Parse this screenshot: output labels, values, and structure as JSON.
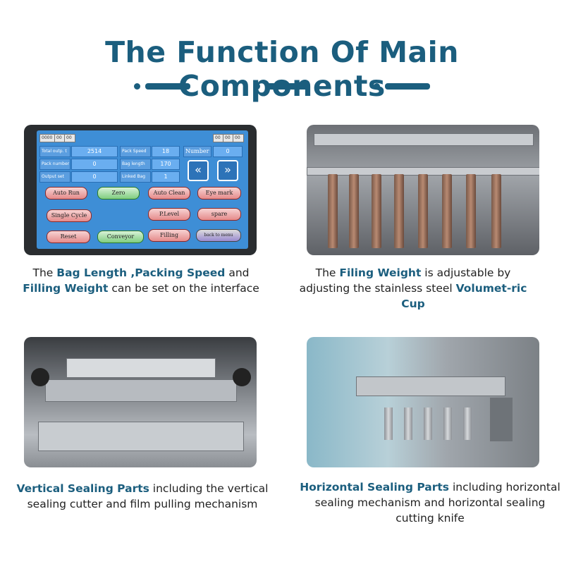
{
  "title": "The Function Of Main Components",
  "hmi": {
    "top_left": [
      "0000",
      "00",
      "00"
    ],
    "top_right": [
      "00",
      "00",
      "00"
    ],
    "labels": [
      "Total outp. t",
      "Pack number",
      "Output set",
      "Pack Speed",
      "Bag length",
      "Linked Bag",
      "Number"
    ],
    "values": [
      "2514",
      "0",
      "0",
      "18",
      "170",
      "1",
      "0"
    ],
    "buttons": [
      "Auto Run",
      "Zero",
      "Auto Clean",
      "Eye mark",
      "Single Cycle",
      "P.Level",
      "spare",
      "Reset",
      "Conveyor",
      "Filling",
      "back to menu"
    ],
    "arrow_left": "«",
    "arrow_right": "»"
  },
  "captions": [
    {
      "pre": "The ",
      "b1": "Bag Length ,Packing Speed",
      "mid": " and ",
      "b2": "Filling Weight",
      "post": " can be set on the interface"
    },
    {
      "pre": "The ",
      "b1": "Filing Weight",
      "mid": " is adjustable by adjusting the stainless steel ",
      "b2": "Volumet-ric Cup",
      "post": ""
    },
    {
      "pre": "",
      "b1": "Vertical Sealing Parts",
      "mid": " including the vertical sealing cutter and film pulling mechanism",
      "b2": "",
      "post": ""
    },
    {
      "pre": "",
      "b1": "Horizontal Sealing Parts",
      "mid": " including horizontal sealing mechanism and horizontal sealing cutting knife",
      "b2": "",
      "post": ""
    }
  ],
  "colors": {
    "accent": "#1b5e7e"
  }
}
